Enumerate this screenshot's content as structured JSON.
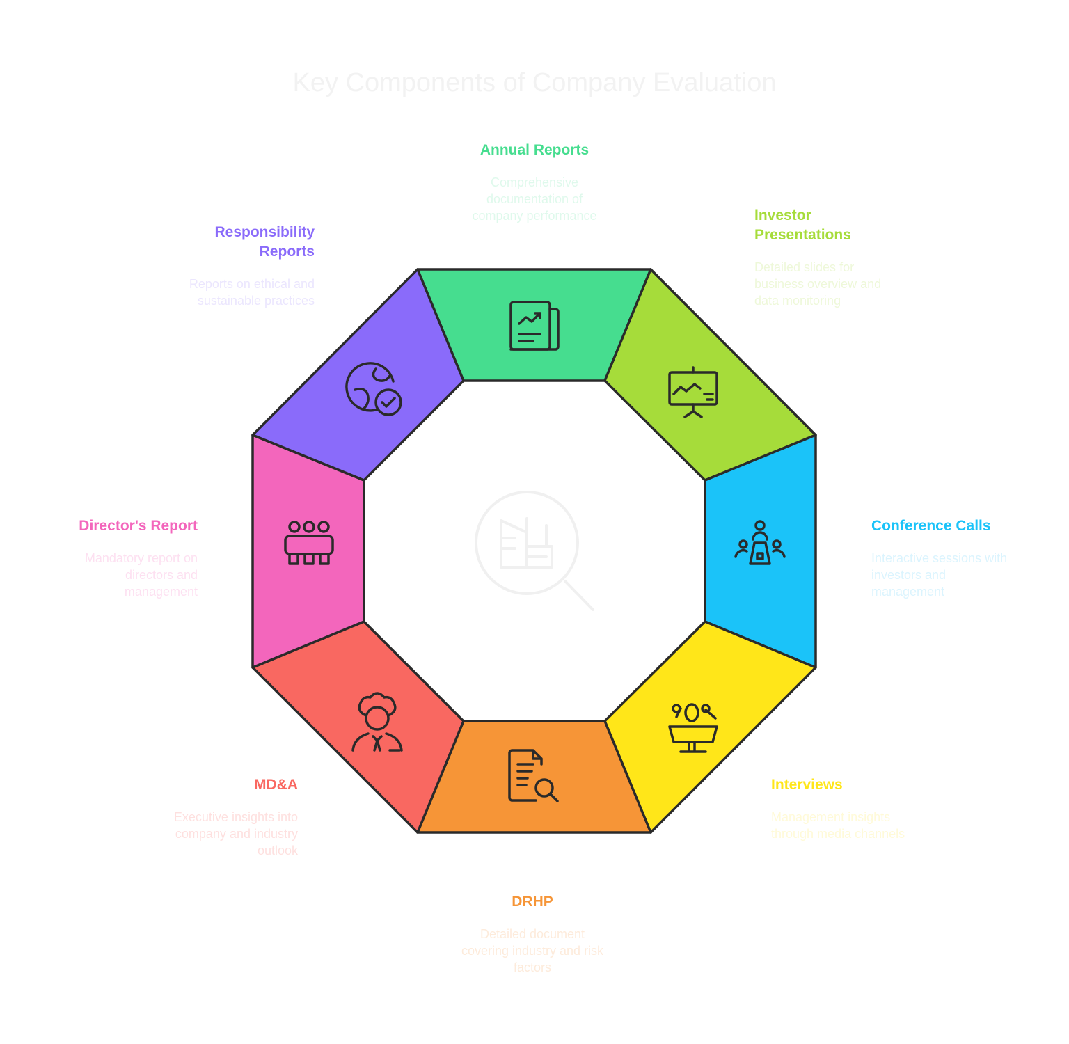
{
  "title": "Key Components of Company Evaluation",
  "center_icon": "building-magnifier-icon",
  "segments": [
    {
      "title": "Annual Reports",
      "description": "Comprehensive documentation of company performance",
      "color": "#46DD8F",
      "desc_color": "#dff9ec",
      "icon": "report-chart-icon"
    },
    {
      "title": "Investor Presentations",
      "description": "Detailed slides for business overview and data monitoring",
      "color": "#A6DC3A",
      "desc_color": "#eef8d9",
      "icon": "presentation-board-icon"
    },
    {
      "title": "Conference Calls",
      "description": "Interactive sessions with investors and management",
      "color": "#1BC3F9",
      "desc_color": "#dbf4fe",
      "icon": "meeting-table-icon"
    },
    {
      "title": "Interviews",
      "description": "Management insights through media channels",
      "color": "#FFE619",
      "desc_color": "#fffad8",
      "icon": "podium-microphones-icon"
    },
    {
      "title": "DRHP",
      "description": "Detailed document covering industry and risk factors",
      "color": "#F69537",
      "desc_color": "#fdebdb",
      "icon": "document-search-icon"
    },
    {
      "title": "MD&A",
      "description": "Executive insights into company and industry outlook",
      "color": "#F96861",
      "desc_color": "#fee0df",
      "icon": "executive-person-icon"
    },
    {
      "title": "Director's Report",
      "description": "Mandatory report on directors and management",
      "color": "#F366BC",
      "desc_color": "#fde0f1",
      "icon": "board-members-icon"
    },
    {
      "title": "Responsibility Reports",
      "description": "Reports on ethical and sustainable practices",
      "color": "#8A6BFA",
      "desc_color": "#ebe6fe",
      "icon": "globe-check-icon"
    }
  ]
}
